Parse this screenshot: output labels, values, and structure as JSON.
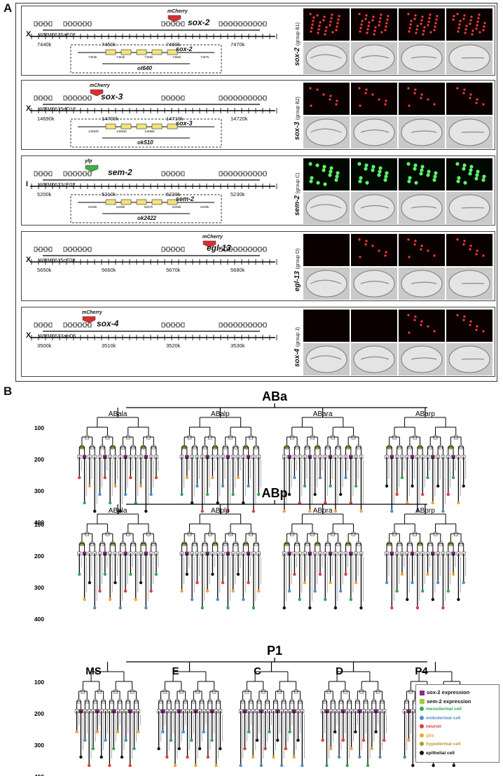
{
  "panel_a": {
    "letter": "A",
    "rows": [
      {
        "chrom": "X",
        "clone": "WRM0626aE02",
        "ticks": [
          "7440k",
          "7450k",
          "7460k",
          "7470k"
        ],
        "gene": "sox-2",
        "tag": "mCherry",
        "allele": "ot640",
        "mini_ticks": [
          "7453k",
          "7454k",
          "7455k",
          "7456k",
          "7457k"
        ],
        "side_gene": "sox-2",
        "side_group": "(group B1)",
        "channel": "red"
      },
      {
        "chrom": "X",
        "clone": "WRM0615dD12",
        "ticks": [
          "14690k",
          "14700k",
          "14710k",
          "14720k"
        ],
        "gene": "sox-3",
        "tag": "mCherry",
        "allele": "ok510",
        "mini_ticks": [
          "14692k",
          "14694k",
          "14696k"
        ],
        "side_gene": "sox-3",
        "side_group": "(group B2)",
        "channel": "red"
      },
      {
        "chrom": "I",
        "clone": "WRM0623cE02",
        "ticks": [
          "5200k",
          "5210k",
          "5220k",
          "5230k"
        ],
        "gene": "sem-2",
        "tag": "yfp",
        "allele": "ok2422",
        "mini_ticks": [
          "5205k",
          "5206k",
          "5207k",
          "5208k",
          "5209k"
        ],
        "side_gene": "sem-2",
        "side_group": "(group C)",
        "channel": "green"
      },
      {
        "chrom": "X",
        "clone": "WRM0615cE08",
        "ticks": [
          "5650k",
          "5660k",
          "5670k",
          "5680k"
        ],
        "gene": "egl-13",
        "tag": "mCherry",
        "allele": "",
        "mini_ticks": [],
        "side_gene": "egl-13",
        "side_group": "(group D)",
        "channel": "red"
      },
      {
        "chrom": "X",
        "clone": "WRM0633aH06",
        "ticks": [
          "3500k",
          "3510k",
          "3520k",
          "3530k"
        ],
        "gene": "sox-4",
        "tag": "mCherry",
        "allele": "",
        "mini_ticks": [],
        "side_gene": "sox-4",
        "side_group": "(group J)",
        "channel": "red"
      }
    ]
  },
  "panel_b": {
    "letter": "B",
    "trees": [
      {
        "title": "ABa",
        "subs": [
          "ABala",
          "ABalp",
          "ABara",
          "ABarp"
        ]
      },
      {
        "title": "ABp",
        "subs": [
          "ABpla",
          "ABplp",
          "ABpra",
          "ABprp"
        ]
      },
      {
        "title": "P1",
        "subs": [
          "MS",
          "E",
          "C",
          "D",
          "P4"
        ]
      }
    ],
    "yticks": [
      "100",
      "200",
      "300",
      "400"
    ]
  },
  "legend": {
    "items": [
      {
        "label": "sox-2 expression",
        "color": "#8e2b8e",
        "kind": "square"
      },
      {
        "label": "sem-2 expression",
        "color": "#9ccc3c",
        "kind": "square"
      },
      {
        "label": "mesodermal cell",
        "color": "#2fa84f",
        "kind": "dot"
      },
      {
        "label": "endodermal cell",
        "color": "#4a8fd0",
        "kind": "dot"
      },
      {
        "label": "neuron",
        "color": "#e53935",
        "kind": "dot"
      },
      {
        "label": "glia",
        "color": "#f2a530",
        "kind": "dot"
      },
      {
        "label": "hypodermal cell",
        "color": "#b39a2a",
        "kind": "dot"
      },
      {
        "label": "epithelial cell",
        "color": "#111111",
        "kind": "dot"
      }
    ]
  }
}
